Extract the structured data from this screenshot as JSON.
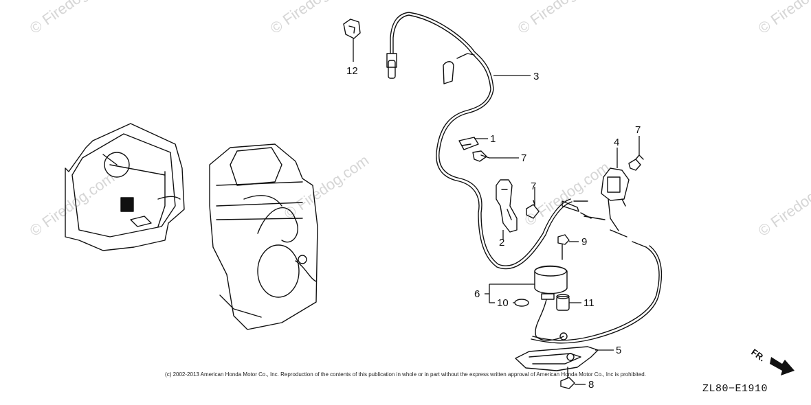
{
  "diagram": {
    "watermark": "© Firedog.com",
    "copyright": "(c) 2002-2013 American Honda Motor Co., Inc. Reproduction of the contents of this publication in whole or in part without the express written approval of American Honda Motor Co., Inc is prohibited.",
    "diagram_code": "ZL80−E1910",
    "front_marker": "FR.",
    "callouts": {
      "c1": "1",
      "c2": "2",
      "c3": "3",
      "c4": "4",
      "c5": "5",
      "c6": "6",
      "c7a": "7",
      "c7b": "7",
      "c7c": "7",
      "c8": "8",
      "c9": "9",
      "c10": "10",
      "c11": "11",
      "c12": "12"
    }
  }
}
